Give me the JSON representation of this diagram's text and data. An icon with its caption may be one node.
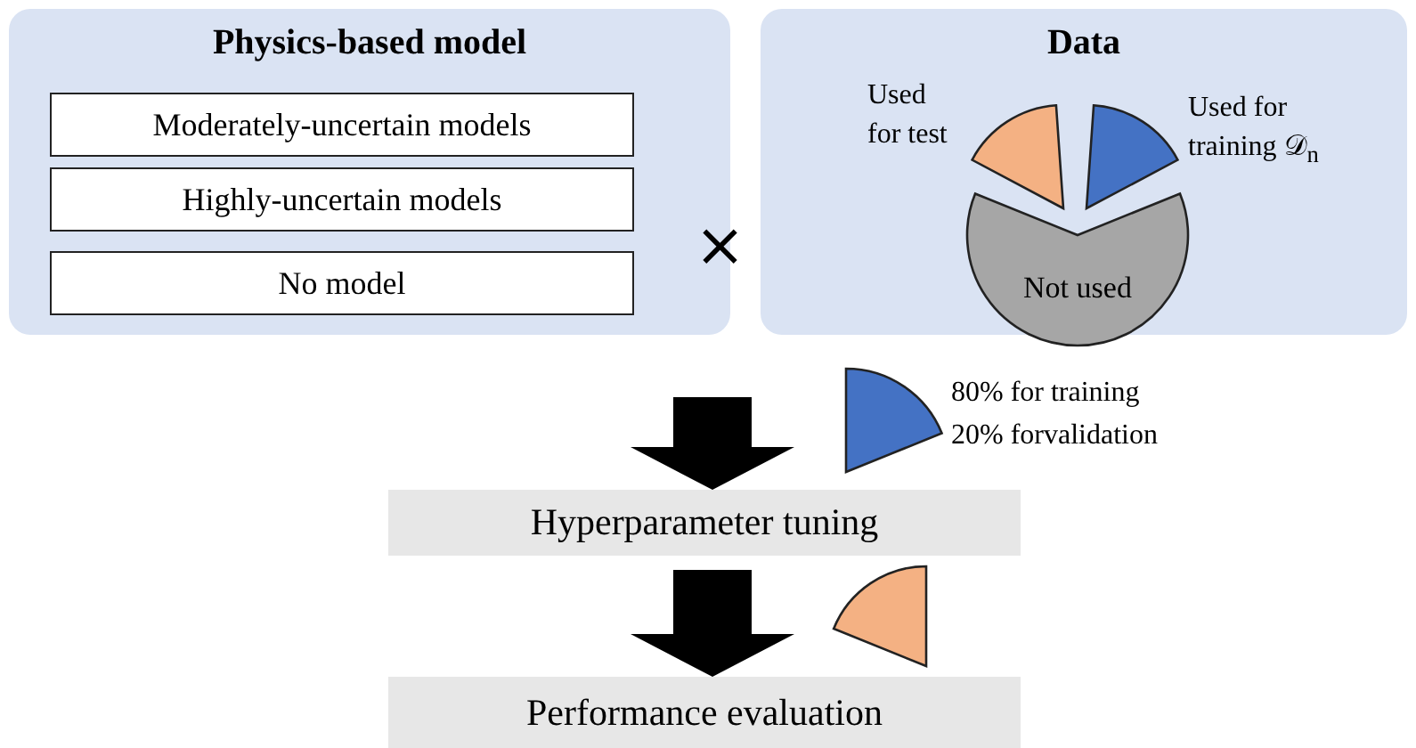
{
  "diagram": {
    "nodes": [
      {
        "text": [
          "Physics-based model"
        ]
      },
      {
        "text": [
          "Moderately-uncertain models"
        ],
        "in": 0
      },
      {
        "text": [
          "Highly-uncertain models"
        ],
        "in": 0
      },
      {
        "text": [
          "No model"
        ],
        "in": 0
      },
      {
        "text": [
          "Data"
        ]
      },
      {
        "text": [],
        "shape": "wedge",
        "in": 4,
        "beside": [
          "Used for test"
        ]
      },
      {
        "text": [],
        "shape": "wedge",
        "in": 4,
        "beside": [
          "Used for training 𝒟$_{n}$"
        ]
      },
      {
        "text": [
          "Not used"
        ],
        "in": 4
      },
      {
        "text": [
          "Hyperparameter tuning"
        ]
      },
      {
        "text": [],
        "shape": "wedge",
        "beside": [
          "80% for training",
          "20% forvalidation"
        ]
      },
      {
        "text": [
          "Performance evaluation"
        ]
      },
      {
        "text": [],
        "shape": "wedge"
      }
    ],
    "edges": [
      {
        "from": null,
        "to": 8,
        "arrow": "to"
      },
      {
        "from": 8,
        "to": 10,
        "arrow": "to"
      }
    ],
    "labels": [
      "×"
    ]
  }
}
